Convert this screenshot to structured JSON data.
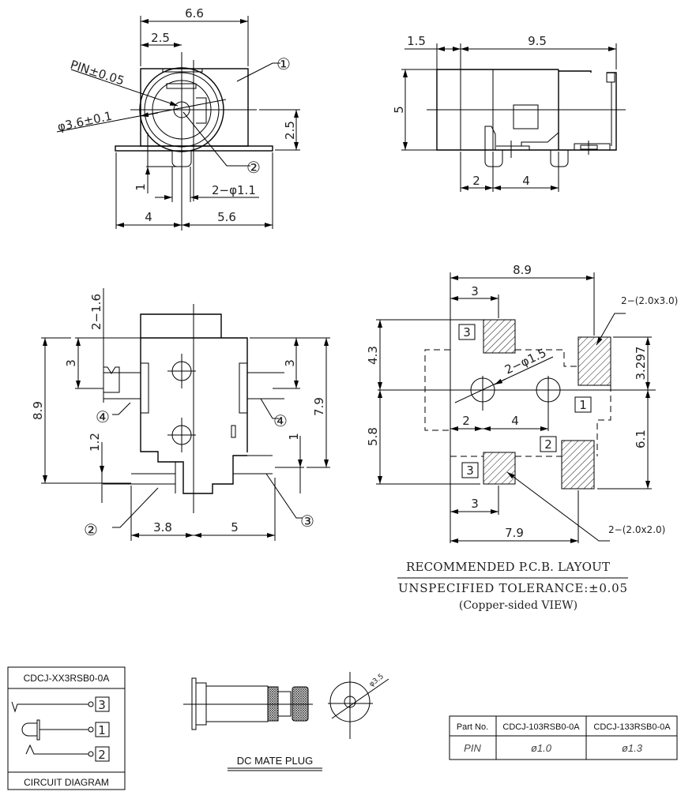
{
  "front_view": {
    "width_total": "6.6",
    "offset_left": "2.5",
    "pin_tolerance": "PIN±0.05",
    "bore_diameter": "φ3.6±0.1",
    "callout_1": "①",
    "height_center": "2.5",
    "callout_2": "②",
    "pin_length": "1",
    "pin_diameter": "2−φ1.1",
    "base_left": "4",
    "base_right": "5.6"
  },
  "side_view": {
    "front_length": "1.5",
    "body_length": "9.5",
    "height": "5",
    "pin_offset": "2",
    "pin_pitch": "4"
  },
  "bottom_view": {
    "tab_width": "2−1.6",
    "left_tab_offset": "3",
    "left_height": "8.9",
    "callout_4_left": "④",
    "tab_height": "1.2",
    "callout_2": "②",
    "left_width": "3.8",
    "right_width": "5",
    "callout_3": "③",
    "right_tab_height": "1",
    "callout_4_right": "④",
    "right_height": "7.9",
    "right_tab_offset": "3"
  },
  "pcb_layout": {
    "total_width": "8.9",
    "pad3_top_offset": "3",
    "large_pad_spec": "2−(2.0x3.0)",
    "upper_height": "4.3",
    "right_upper": "3.297",
    "hole_spec": "2−φ1.5",
    "pad_label_1": "1",
    "hole_offset": "2",
    "hole_pitch": "4",
    "lower_height": "5.8",
    "right_lower": "6.1",
    "pad_label_2": "2",
    "pad_label_3_top": "3",
    "pad_label_3_bottom": "3",
    "pad3_bottom_offset": "3",
    "bottom_width": "7.9",
    "small_pad_spec": "2−(2.0x2.0)",
    "title": "RECOMMENDED P.C.B. LAYOUT",
    "tolerance": "UNSPECIFIED TOLERANCE:±0.05",
    "view_note": "(Copper-sided VIEW)"
  },
  "circuit_diagram": {
    "part": "CDCJ-XX3RSB0-0A",
    "pins": [
      "3",
      "1",
      "2"
    ],
    "footer": "CIRCUIT DIAGRAM"
  },
  "mate_plug": {
    "title": "DC MATE PLUG",
    "diameter": "φ3.5"
  },
  "part_table": {
    "headers": [
      "Part No.",
      "CDCJ-103RSB0-0A",
      "CDCJ-133RSB0-0A"
    ],
    "row": [
      "PIN",
      "ø1.0",
      "ø1.3"
    ]
  }
}
